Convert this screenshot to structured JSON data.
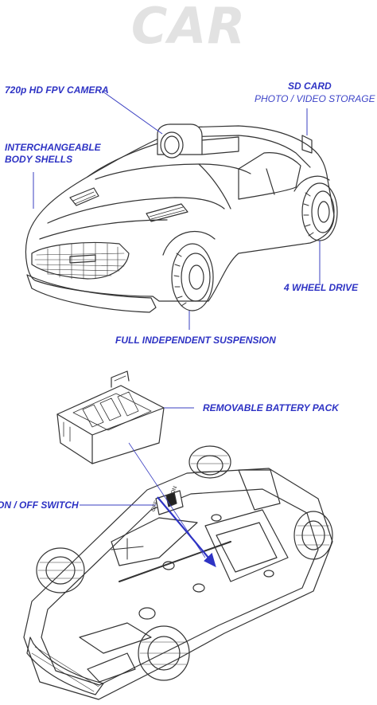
{
  "title": "CAR",
  "accent_color": "#2e33c4",
  "labels": {
    "camera": "720p HD FPV CAMERA",
    "sd_card": "SD CARD",
    "sd_card_sub": "PHOTO / VIDEO STORAGE",
    "shells_line1": "INTERCHANGEABLE",
    "shells_line2": "BODY SHELLS",
    "four_wd": "4 WHEEL DRIVE",
    "suspension": "FULL INDEPENDENT SUSPENSION",
    "battery": "REMOVABLE BATTERY PACK",
    "switch": "ON / OFF SWITCH",
    "switch_on": "ON",
    "switch_off": "OFF"
  }
}
